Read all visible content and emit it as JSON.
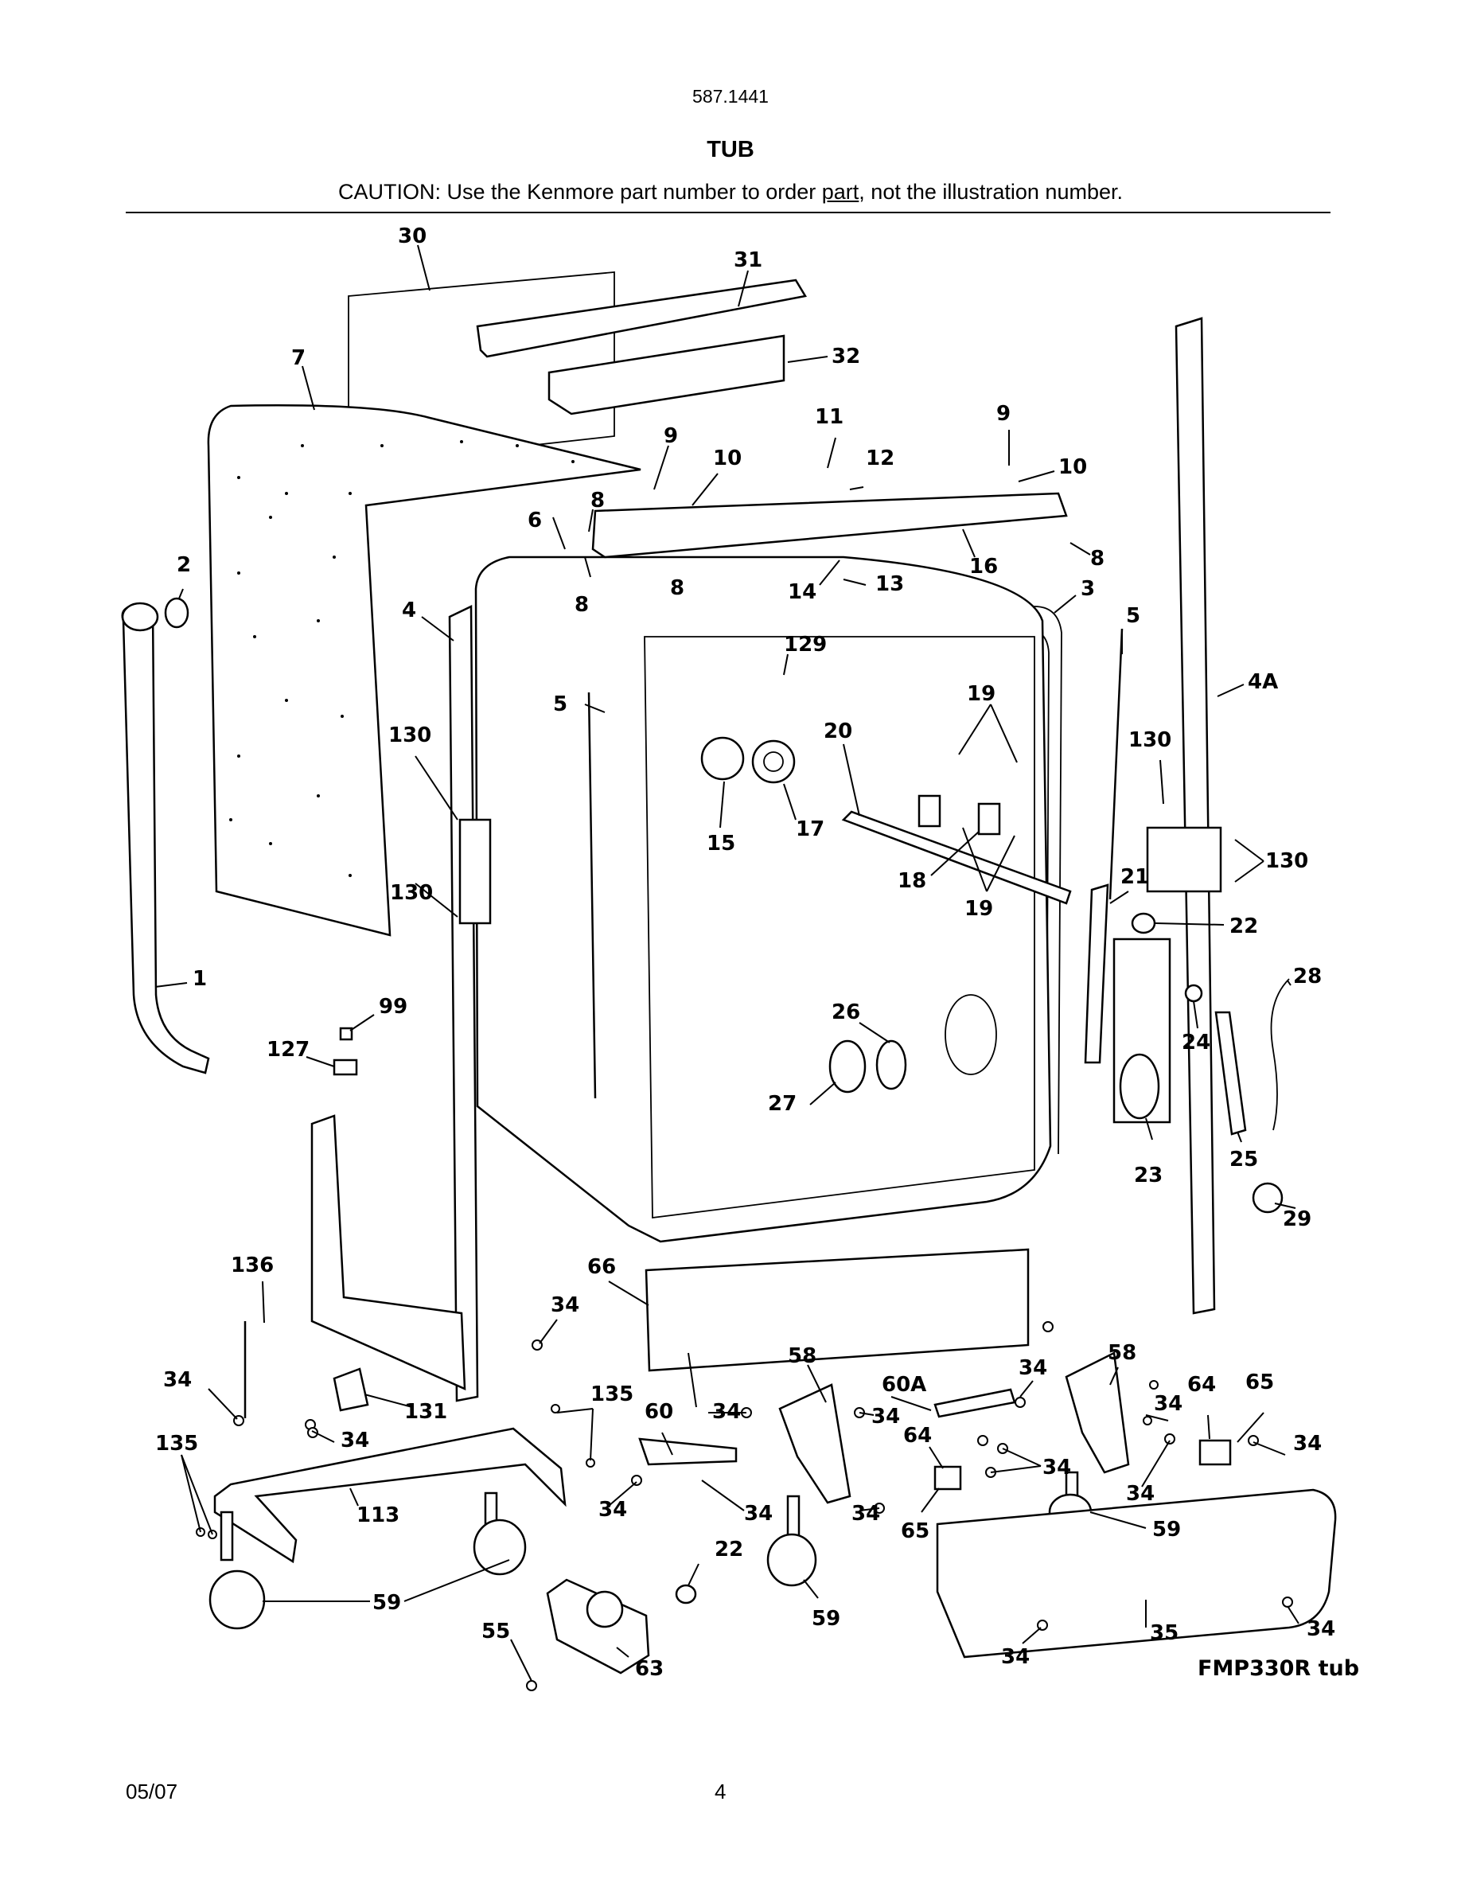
{
  "header": {
    "model_number": "587.1441",
    "title": "TUB",
    "caution_prefix": "CAUTION: Use the Kenmore part number to order ",
    "caution_underlined": "part",
    "caution_suffix": ", not the illustration number."
  },
  "diagram": {
    "drawing_label": "FMP330R tub",
    "callouts": {
      "c30": "30",
      "c31": "31",
      "c32": "32",
      "c7": "7",
      "c9a": "9",
      "c10a": "10",
      "c11": "11",
      "c12": "12",
      "c9b": "9",
      "c10b": "10",
      "c8a": "8",
      "c6": "6",
      "c8b": "8",
      "c8c": "8",
      "c14": "14",
      "c13": "13",
      "c16": "16",
      "c8d": "8",
      "c2": "2",
      "c4": "4",
      "c3": "3",
      "c5a": "5",
      "c129": "129",
      "c5b": "5",
      "c4A": "4A",
      "c19a": "19",
      "c20": "20",
      "c130a": "130",
      "c130b": "130",
      "c15": "15",
      "c17": "17",
      "c130c": "130",
      "c18": "18",
      "c19b": "19",
      "c21": "21",
      "c22a": "22",
      "c1": "1",
      "c28": "28",
      "c99": "99",
      "c26": "26",
      "c24": "24",
      "c127": "127",
      "c27": "27",
      "c23": "23",
      "c25": "25",
      "c29": "29",
      "c136": "136",
      "c66": "66",
      "c34a": "34",
      "c58a": "58",
      "c58b": "58",
      "c34b": "34",
      "c34c": "34",
      "c135a": "135",
      "c60A": "60A",
      "c64a": "64",
      "c65a": "65",
      "c60": "60",
      "c34d": "34",
      "c34e": "34",
      "c131": "131",
      "c34f": "34",
      "c135b": "135",
      "c64b": "64",
      "c34g": "34",
      "c34h": "34",
      "c34i": "34",
      "c113": "113",
      "c34j": "34",
      "c34k": "34",
      "c34l": "34",
      "c65b": "65",
      "c59a": "59",
      "c22b": "22",
      "c59b": "59",
      "c59c": "59",
      "c55": "55",
      "c35": "35",
      "c34m": "34",
      "c63": "63",
      "c34n": "34"
    }
  },
  "footer": {
    "date": "05/07",
    "page": "4"
  }
}
